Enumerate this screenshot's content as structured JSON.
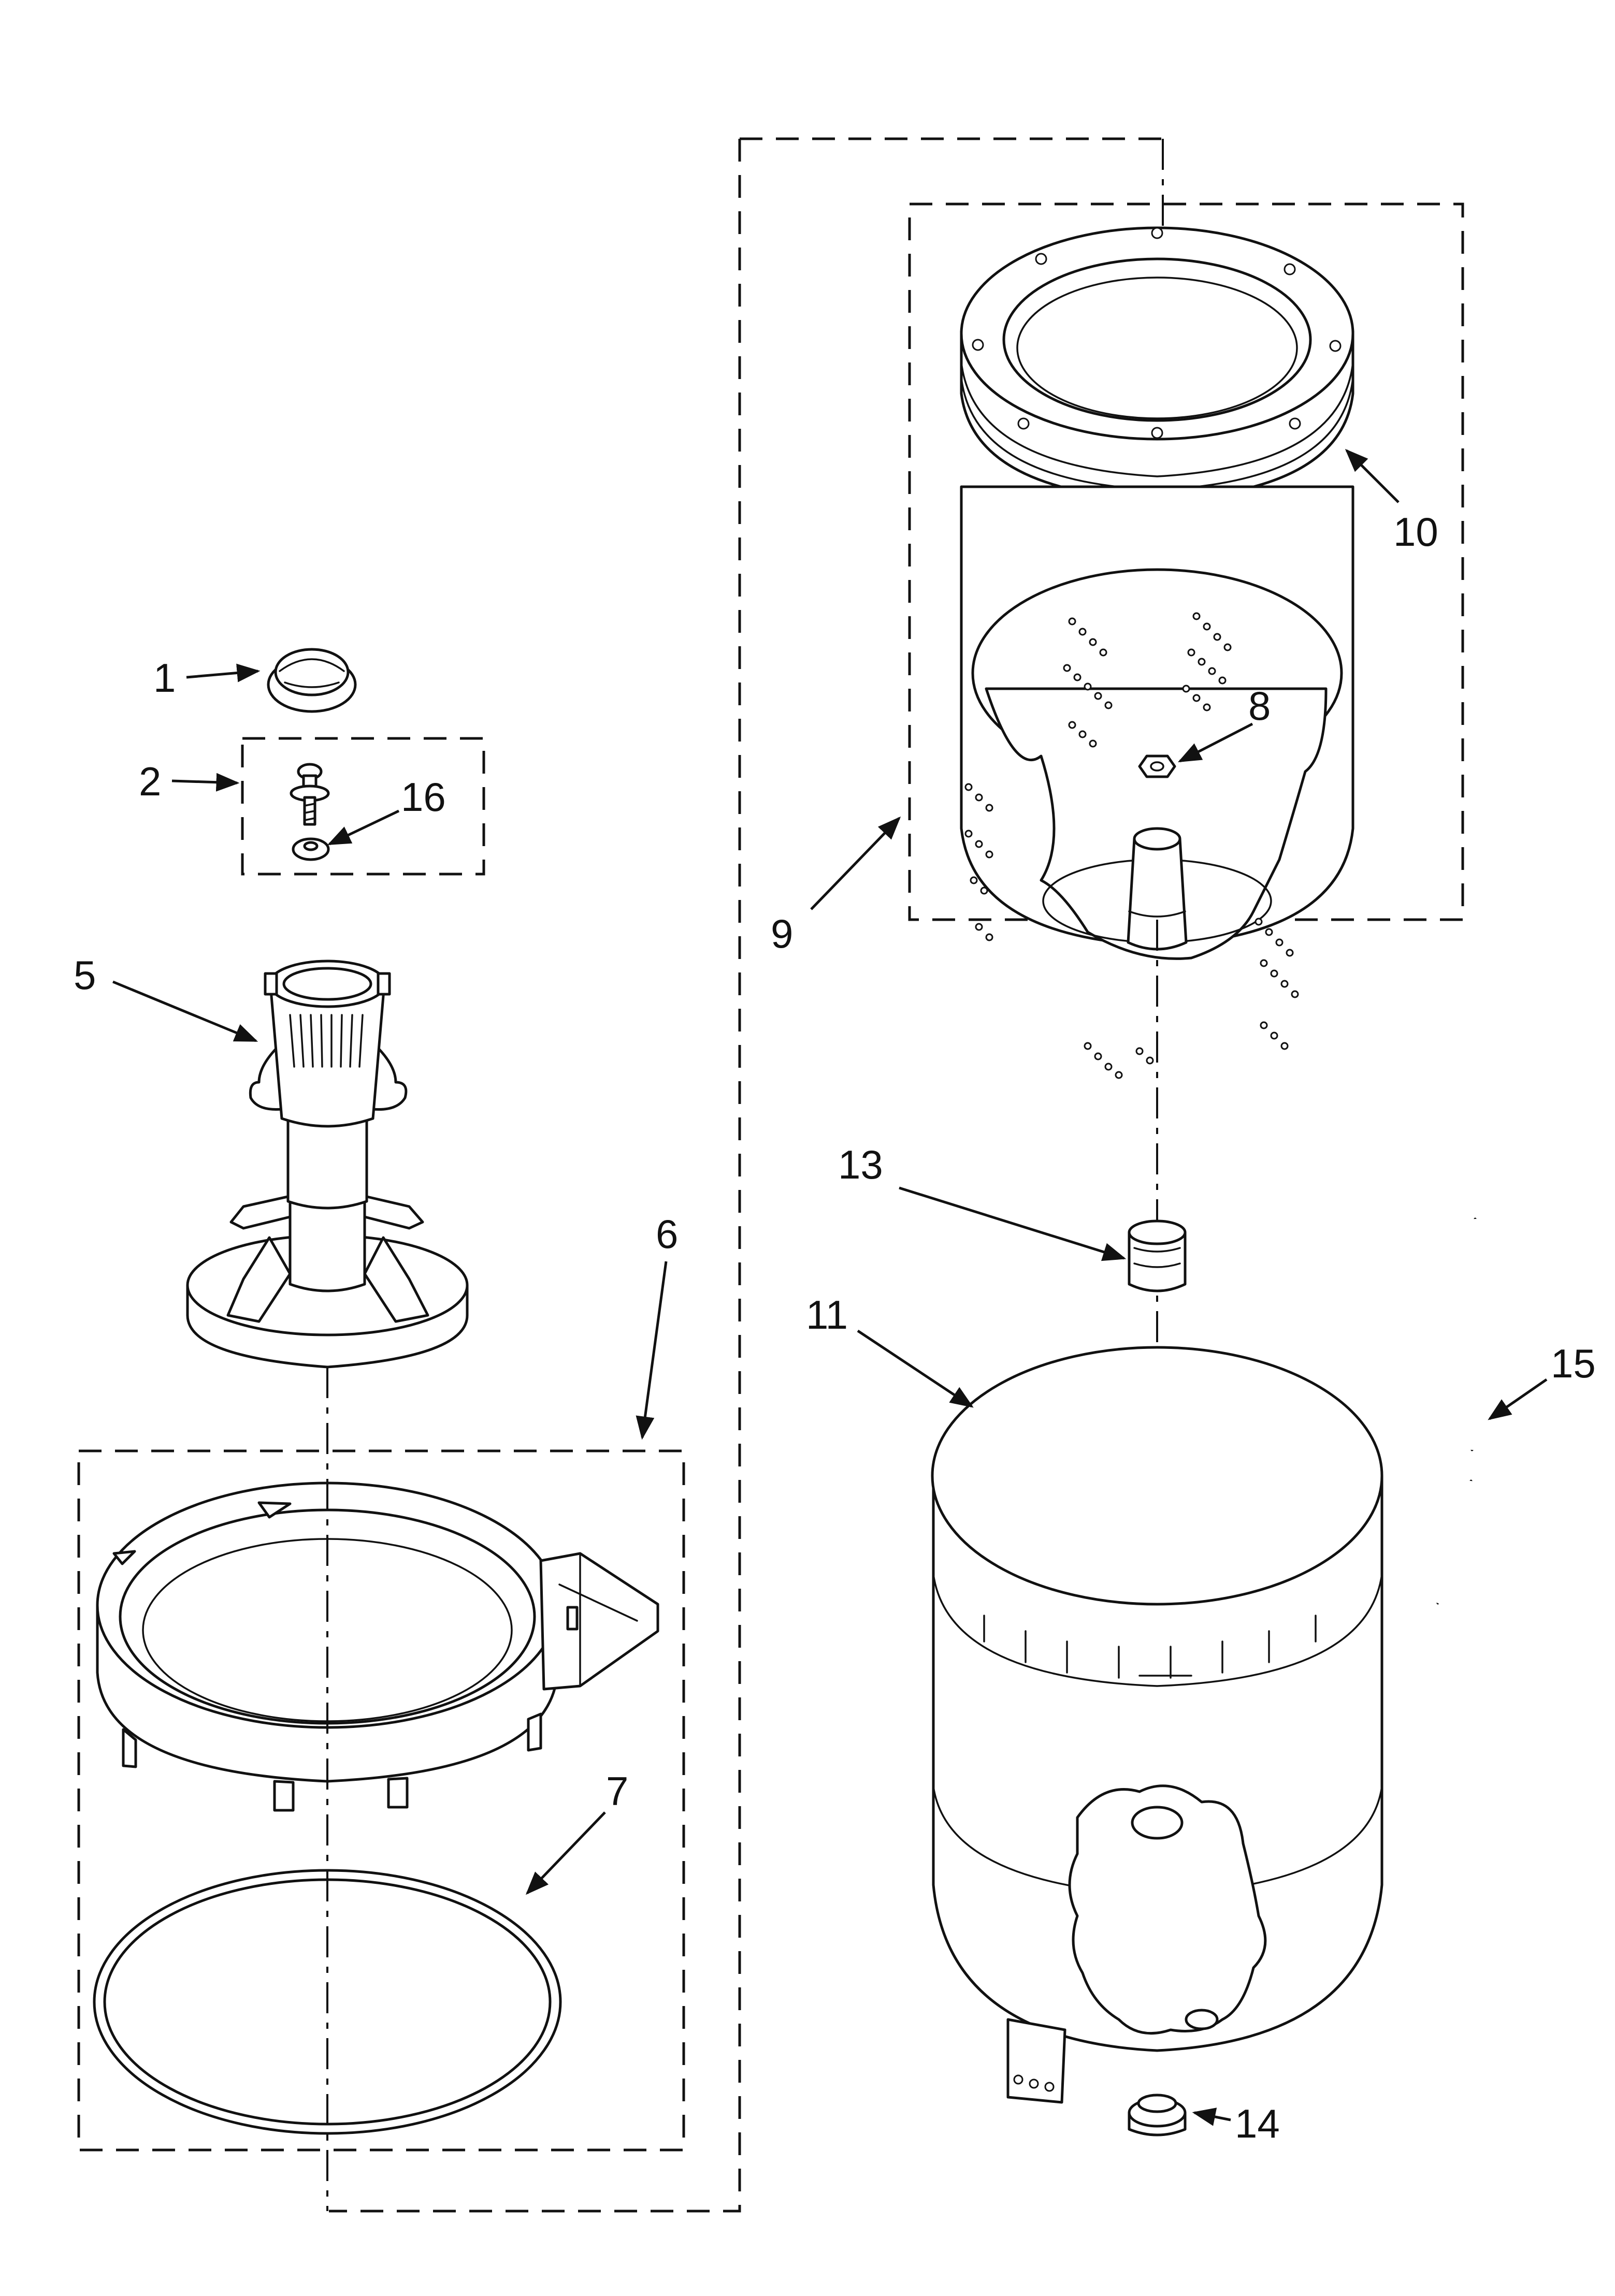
{
  "labels": [
    {
      "id": "1",
      "text": "1"
    },
    {
      "id": "2",
      "text": "2"
    },
    {
      "id": "5",
      "text": "5"
    },
    {
      "id": "6",
      "text": "6"
    },
    {
      "id": "7",
      "text": "7"
    },
    {
      "id": "8",
      "text": "8"
    },
    {
      "id": "9",
      "text": "9"
    },
    {
      "id": "10",
      "text": "10"
    },
    {
      "id": "11",
      "text": "11"
    },
    {
      "id": "13",
      "text": "13"
    },
    {
      "id": "14",
      "text": "14"
    },
    {
      "id": "15",
      "text": "15"
    },
    {
      "id": "16",
      "text": "16"
    }
  ]
}
